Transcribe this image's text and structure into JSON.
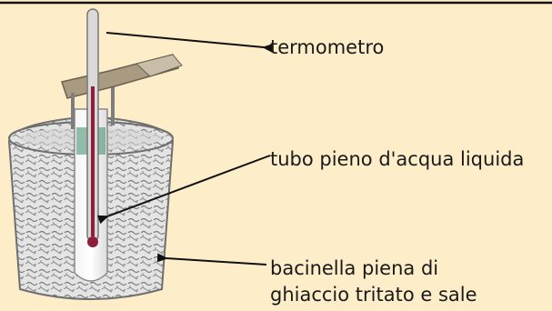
{
  "diagram": {
    "labels": {
      "thermometer": "termometro",
      "tube": "tubo pieno d'acqua liquida",
      "basin_line1": "bacinella piena di",
      "basin_line2": "ghiaccio tritato e sale"
    },
    "colors": {
      "background": "#fdedc9",
      "top_rule": "#111111",
      "arrow": "#111111",
      "thermometer_liquid": "#8e1f3a",
      "basin_outline": "#6f6f6f",
      "ice": "#cfcfcf"
    },
    "icons": [
      "thermometer-icon",
      "test-tube-icon",
      "ice-basin-icon"
    ]
  }
}
